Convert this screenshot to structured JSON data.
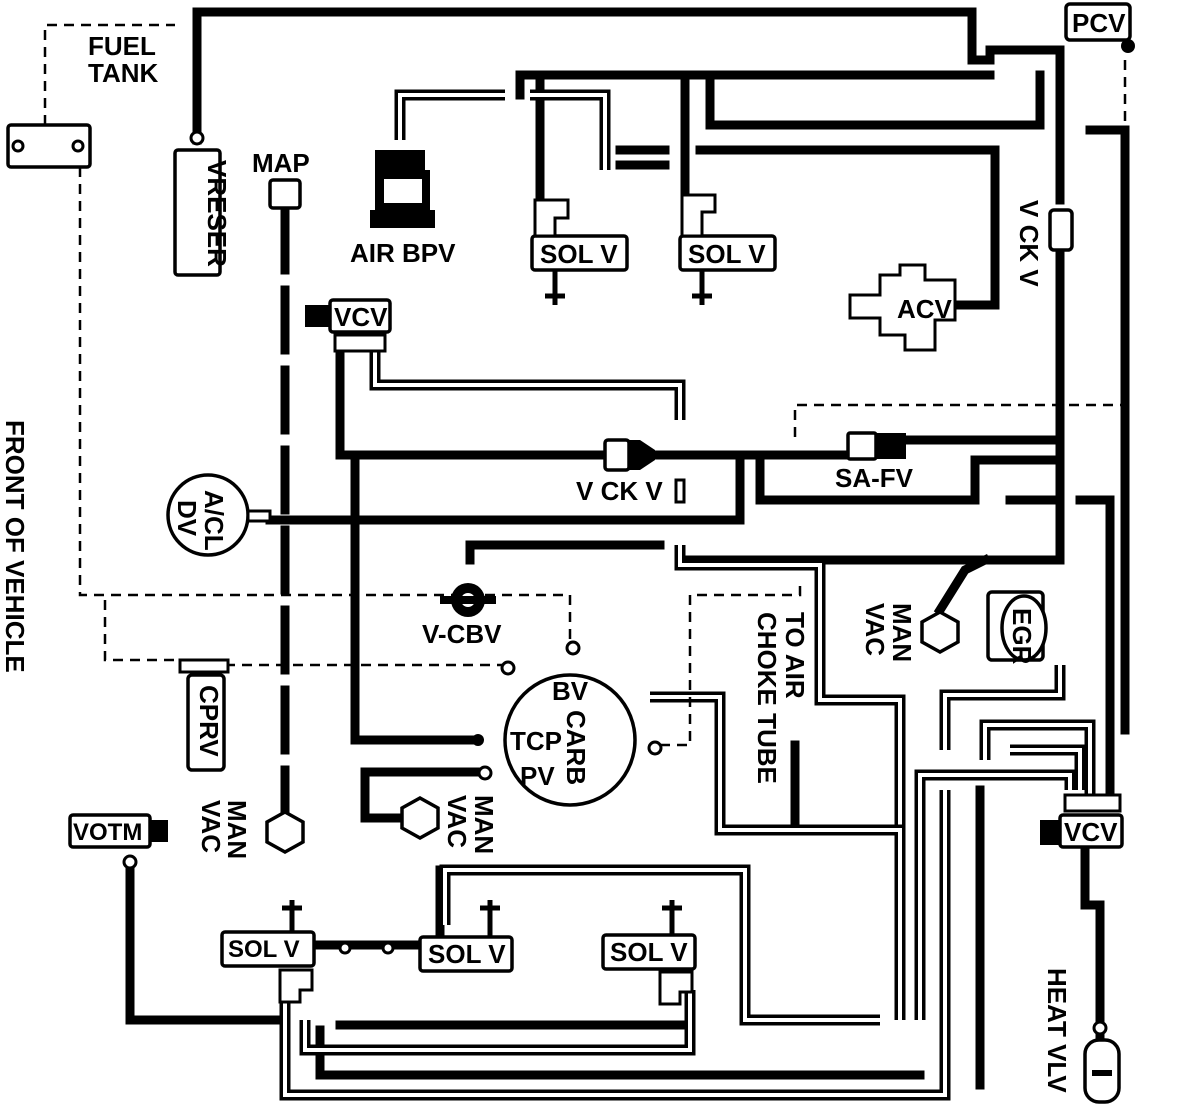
{
  "labels": {
    "fuel_tank_line1": "FUEL",
    "fuel_tank_line2": "TANK",
    "pcv": "PCV",
    "vreser": "VRESER",
    "map": "MAP",
    "air_bpv": "AIR BPV",
    "sol_v": "SOL V",
    "v_ck_v": "V CK V",
    "acv": "ACV",
    "vcv": "VCV",
    "front_of_vehicle": "FRONT OF VEHICLE",
    "ac_dv_line1": "A/CL",
    "ac_dv_line2": "DV",
    "sa_fv": "SA-FV",
    "v_cbv": "V-CBV",
    "bv": "BV",
    "carb": "CARB",
    "tcp": "TCP",
    "pv": "PV",
    "man": "MAN",
    "vac": "VAC",
    "to_air": "TO AIR",
    "choke_tube": "CHOKE TUBE",
    "egr": "EGR",
    "cprv": "CPRV",
    "votm": "VOTM",
    "heat_vlv": "HEAT VLV"
  },
  "colors": {
    "ink": "#000000",
    "paper": "#ffffff"
  }
}
